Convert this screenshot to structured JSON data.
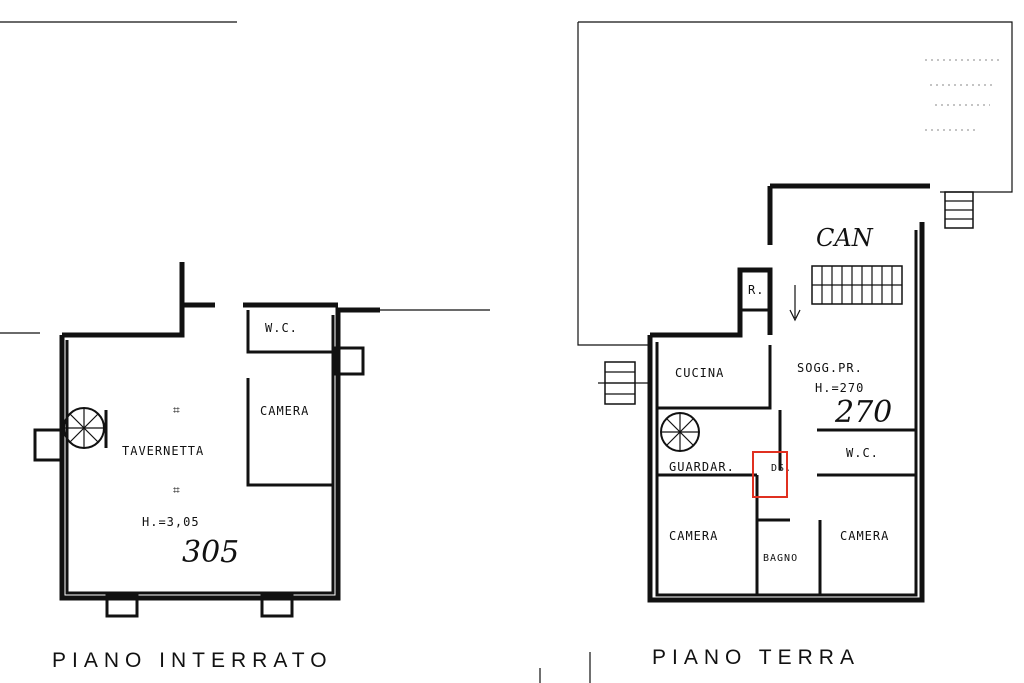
{
  "left_plan": {
    "title": "PIANO INTERRATO",
    "rooms": {
      "wc": "W.C.",
      "camera": "CAMERA",
      "tavernetta": "TAVERNETTA"
    },
    "height_label": "H.=3,05",
    "height_handwritten": "305"
  },
  "right_plan": {
    "title": "PIANO TERRA",
    "rooms": {
      "r": "R.",
      "cucina": "CUCINA",
      "sogg": "SOGG.PR.",
      "wc": "W.C.",
      "guardar": "GUARDAR.",
      "ds": "DS.",
      "camera_left": "CAMERA",
      "bagno": "BAGNO",
      "camera_right": "CAMERA"
    },
    "height_label": "H.=270",
    "height_handwritten": "270",
    "stair_note": "CAN"
  },
  "highlight": {
    "color": "#e03020",
    "target": "ds-closet"
  }
}
